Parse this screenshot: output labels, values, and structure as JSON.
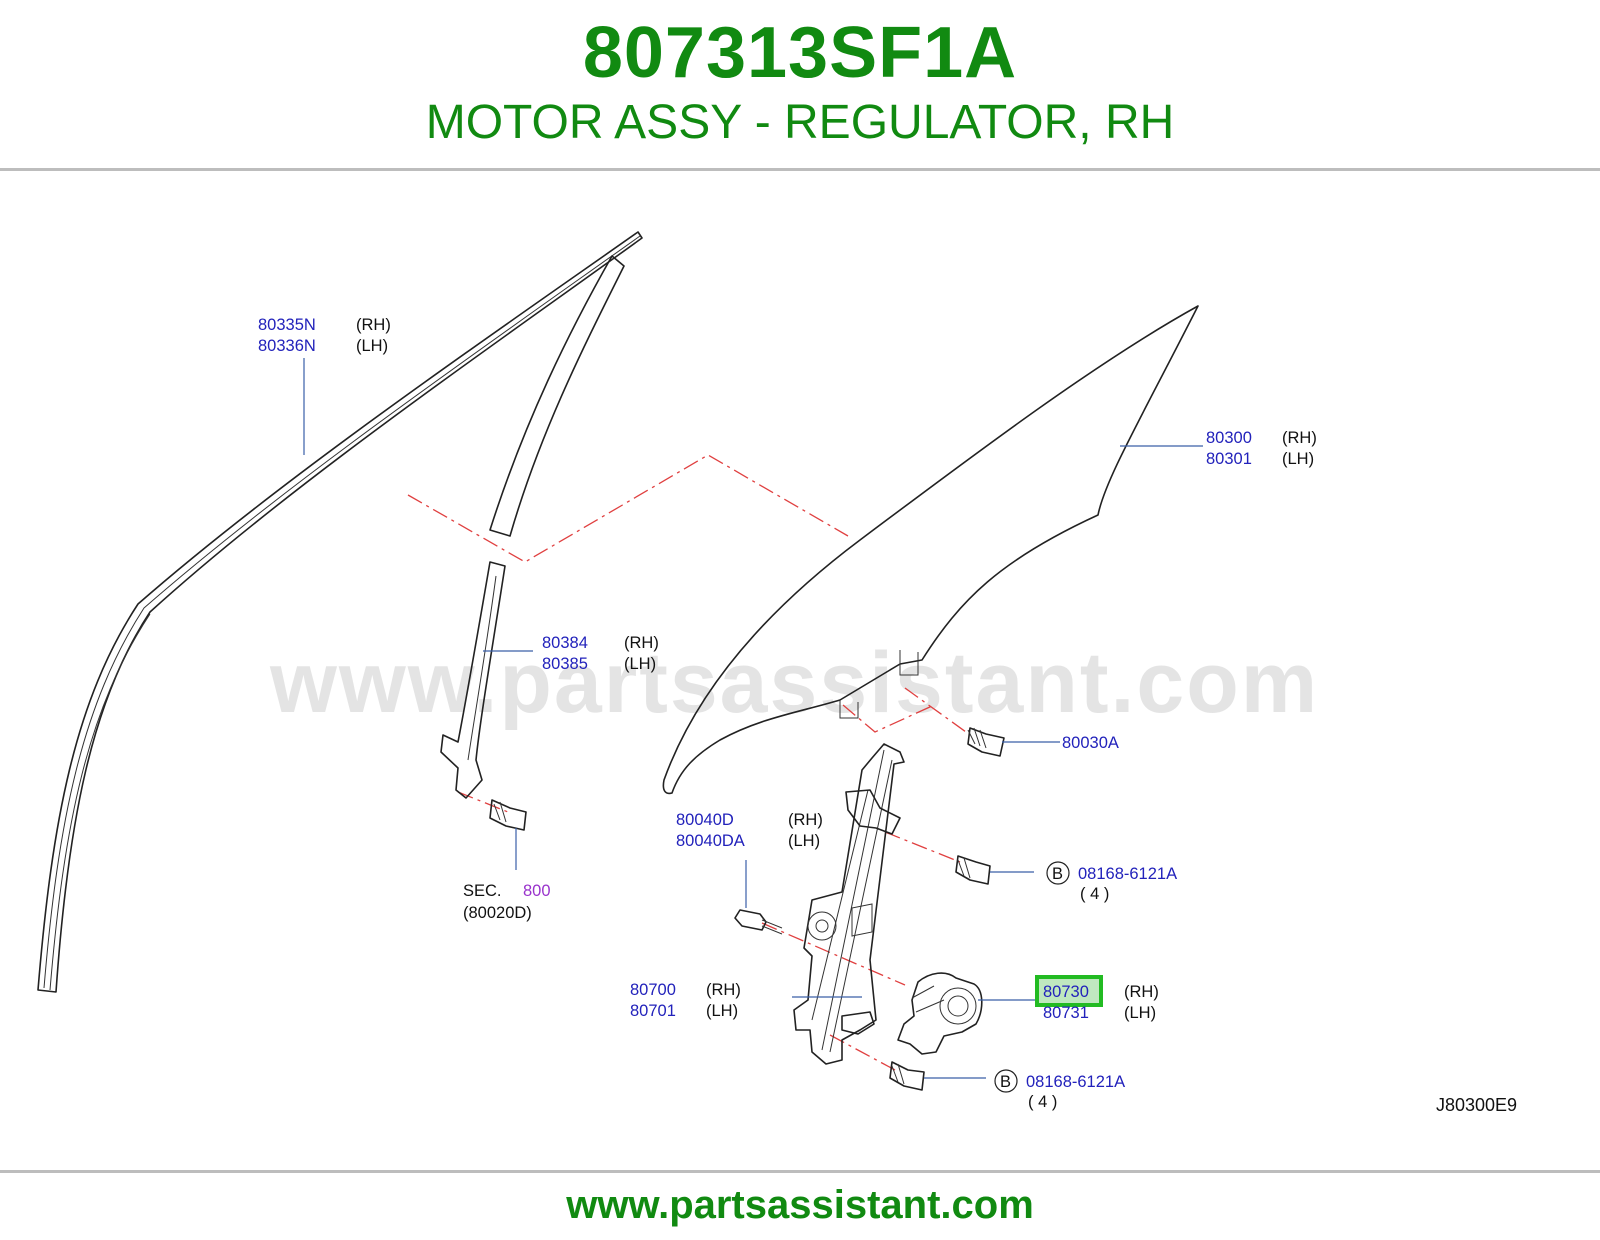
{
  "header": {
    "part_number": "807313SF1A",
    "part_title": "MOTOR ASSY - REGULATOR, RH"
  },
  "footer": {
    "url": "www.partsassistant.com"
  },
  "watermark": "www.partsassistant.com",
  "diagram_code": "J80300E9",
  "highlight_color": "#22bb22",
  "callouts": {
    "sash_outer": {
      "rh": "80335N",
      "lh": "80336N",
      "rh_tag": "(RH)",
      "lh_tag": "(LH)"
    },
    "sash_rear": {
      "rh": "80384",
      "lh": "80385",
      "rh_tag": "(RH)",
      "lh_tag": "(LH)"
    },
    "glass": {
      "rh": "80300",
      "lh": "80301",
      "rh_tag": "(RH)",
      "lh_tag": "(LH)"
    },
    "glass_bolt": {
      "part": "80030A"
    },
    "section_ref": {
      "sec": "SEC.",
      "num": "800",
      "ref": "(80020D)"
    },
    "reg_bolt": {
      "rh": "80040D",
      "lh": "80040DA",
      "rh_tag": "(RH)",
      "lh_tag": "(LH)"
    },
    "bolt_b_upper": {
      "letter": "B",
      "part": "08168-6121A",
      "qty": "( 4 )"
    },
    "regulator": {
      "rh": "80700",
      "lh": "80701",
      "rh_tag": "(RH)",
      "lh_tag": "(LH)"
    },
    "motor": {
      "rh": "80730",
      "lh": "80731",
      "rh_tag": "(RH)",
      "lh_tag": "(LH)"
    },
    "bolt_b_lower": {
      "letter": "B",
      "part": "08168-6121A",
      "qty": "( 4 )"
    }
  }
}
